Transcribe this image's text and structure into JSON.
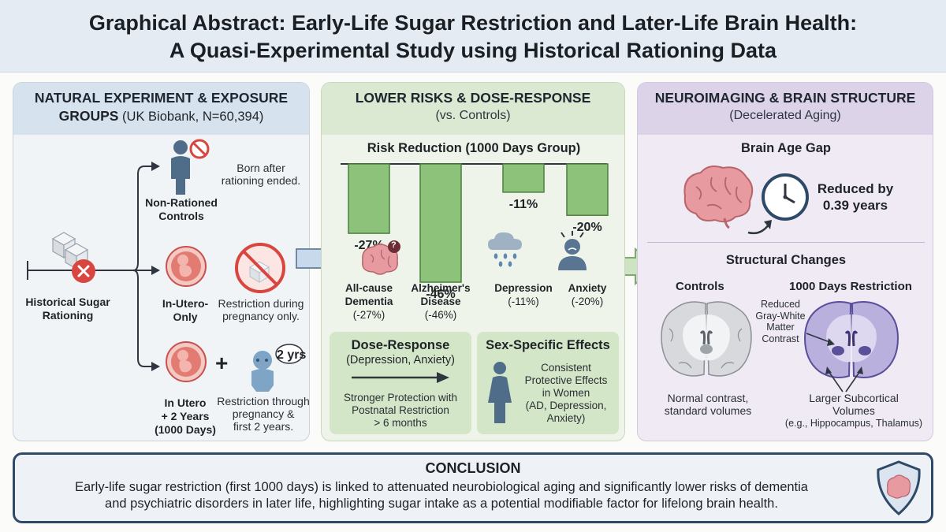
{
  "title": {
    "line1": "Graphical Abstract: Early-Life Sugar Restriction and Later-Life Brain Health:",
    "line2": "A Quasi-Experimental Study using Historical Rationing Data"
  },
  "left": {
    "title_line1": "NATURAL EXPERIMENT & EXPOSURE",
    "title_line2_bold": "GROUPS",
    "title_line2_rest": " (UK Biobank, N=60,394)",
    "source_label_1": "Historical Sugar",
    "source_label_2": "Rationing",
    "groups": [
      {
        "name_1": "Non-Rationed",
        "name_2": "Controls",
        "desc_1": "Born after",
        "desc_2": "rationing ended."
      },
      {
        "name_1": "In-Utero-",
        "name_2": "Only",
        "desc_1": "Restriction during",
        "desc_2": "pregnancy only."
      },
      {
        "name_1": "In Utero",
        "name_2": "+ 2 Years",
        "name_3": "(1000 Days)",
        "desc_1": "Restriction through",
        "desc_2": "pregnancy &",
        "desc_3": "first 2 years."
      }
    ],
    "plus_sign": "+",
    "baby_badge": "2 yrs"
  },
  "middle": {
    "title": "LOWER RISKS & DOSE-RESPONSE",
    "subtitle": "(vs. Controls)",
    "question_mark": "?"
  },
  "chart_data": {
    "type": "bar",
    "title": "Risk Reduction (1000 Days Group)",
    "categories": [
      "All-cause Dementia",
      "Alzheimer's Disease",
      "Depression",
      "Anxiety"
    ],
    "category_lines": [
      [
        "All-cause",
        "Dementia"
      ],
      [
        "Alzheimer's",
        "Disease"
      ],
      [
        "Depression"
      ],
      [
        "Anxiety"
      ]
    ],
    "values": [
      -27,
      -46,
      -11,
      -20
    ],
    "value_labels": [
      "-27%",
      "-46%",
      "-11%",
      "-20%"
    ],
    "sub_labels": [
      "(-27%)",
      "(-46%)",
      "(-11%)",
      "(-20%)"
    ],
    "ylim": [
      -46,
      0
    ],
    "bar_color": "#8cc27a",
    "bar_edge": "#4c7f3f"
  },
  "dose_response": {
    "title": "Dose-Response",
    "subtitle": "(Depression, Anxiety)",
    "line1": "Stronger Protection with",
    "line2": "Postnatal Restriction",
    "line3": "> 6 months"
  },
  "sex_effects": {
    "title": "Sex-Specific Effects",
    "line1": "Consistent",
    "line2": "Protective Effects",
    "line3": "in Women",
    "line4": "(AD, Depression,",
    "line5": "Anxiety)"
  },
  "right": {
    "title": "NEUROIMAGING & BRAIN STRUCTURE",
    "subtitle": "(Decelerated Aging)",
    "brain_age_title": "Brain Age Gap",
    "brain_age_value_1": "Reduced by",
    "brain_age_value_2": "0.39 years",
    "structural_title": "Structural Changes",
    "controls_label": "Controls",
    "restriction_label": "1000 Days Restriction",
    "controls_desc_1": "Normal contrast,",
    "controls_desc_2": "standard volumes",
    "annot_1_a": "Reduced",
    "annot_1_b": "Gray-White",
    "annot_1_c": "Matter",
    "annot_1_d": "Contrast",
    "annot_2_a": "Larger Subcortical",
    "annot_2_b": "Volumes",
    "annot_2_c": "(e.g., Hippocampus, Thalamus)"
  },
  "conclusion": {
    "title": "CONCLUSION",
    "line1": "Early-life sugar restriction (first 1000 days) is linked to attenuated neurobiological aging and significantly lower risks of dementia",
    "line2": "and psychiatric disorders in later life, highlighting sugar intake as a potential modifiable factor for lifelong brain health."
  },
  "colors": {
    "left_panel": "#d6e3ef",
    "mid_panel": "#dbe9d2",
    "right_panel": "#ddd3e8",
    "conclusion_border": "#2f4a68",
    "brain_pink": "#e79aa0",
    "fetus_red": "#c9504e"
  },
  "icons": [
    "person-icon",
    "no-entry-icon",
    "sugar-cubes-icon",
    "x-circle-icon",
    "fetus-icon",
    "no-sugar-icon",
    "baby-icon",
    "brain-icon",
    "rain-cloud-icon",
    "anxious-person-icon",
    "arrow-right-icon",
    "woman-icon",
    "clock-icon",
    "shield-brain-icon",
    "brain-section-icon"
  ]
}
